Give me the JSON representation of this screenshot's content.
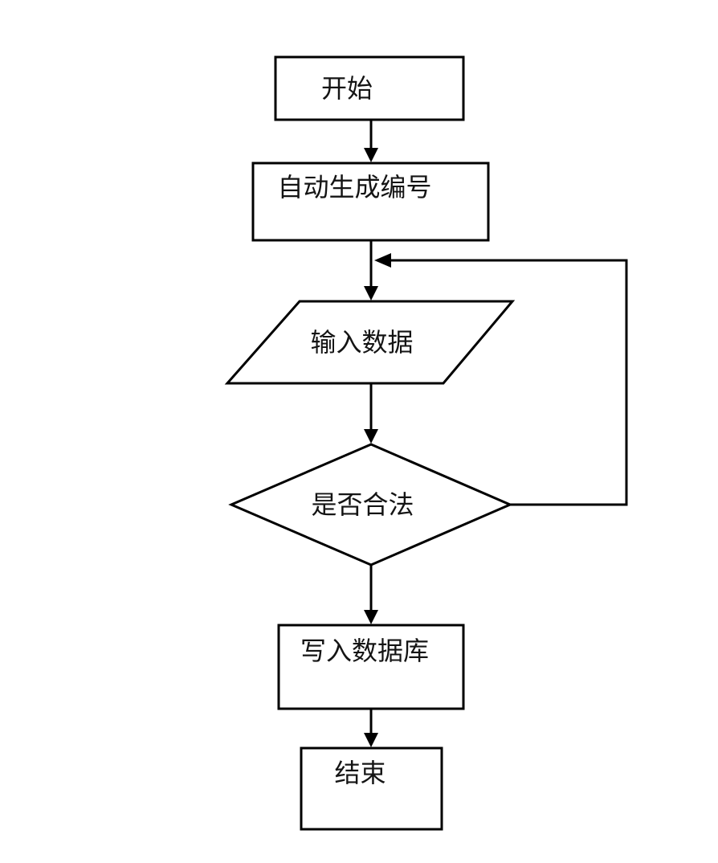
{
  "flowchart": {
    "background": "#ffffff",
    "stroke_color": "#000000",
    "text_color": "#141414",
    "nodes": [
      {
        "id": "start",
        "shape": "rectangle",
        "label": "开始"
      },
      {
        "id": "auto-generate-number",
        "shape": "rectangle",
        "label": "自动生成编号"
      },
      {
        "id": "input-data",
        "shape": "parallelogram",
        "label": "输入数据"
      },
      {
        "id": "is-valid",
        "shape": "diamond",
        "label": "是否合法"
      },
      {
        "id": "write-to-database",
        "shape": "rectangle",
        "label": "写入数据库"
      },
      {
        "id": "end",
        "shape": "rectangle",
        "label": "结束"
      }
    ],
    "edges": [
      {
        "from": "start",
        "to": "auto-generate-number",
        "route": "straight-down"
      },
      {
        "from": "auto-generate-number",
        "to": "input-data",
        "route": "straight-down"
      },
      {
        "from": "input-data",
        "to": "is-valid",
        "route": "straight-down"
      },
      {
        "from": "is-valid",
        "to": "write-to-database",
        "route": "straight-down"
      },
      {
        "from": "is-valid",
        "to": "input-data",
        "route": "right-side-loopback"
      },
      {
        "from": "write-to-database",
        "to": "end",
        "route": "straight-down"
      }
    ]
  }
}
